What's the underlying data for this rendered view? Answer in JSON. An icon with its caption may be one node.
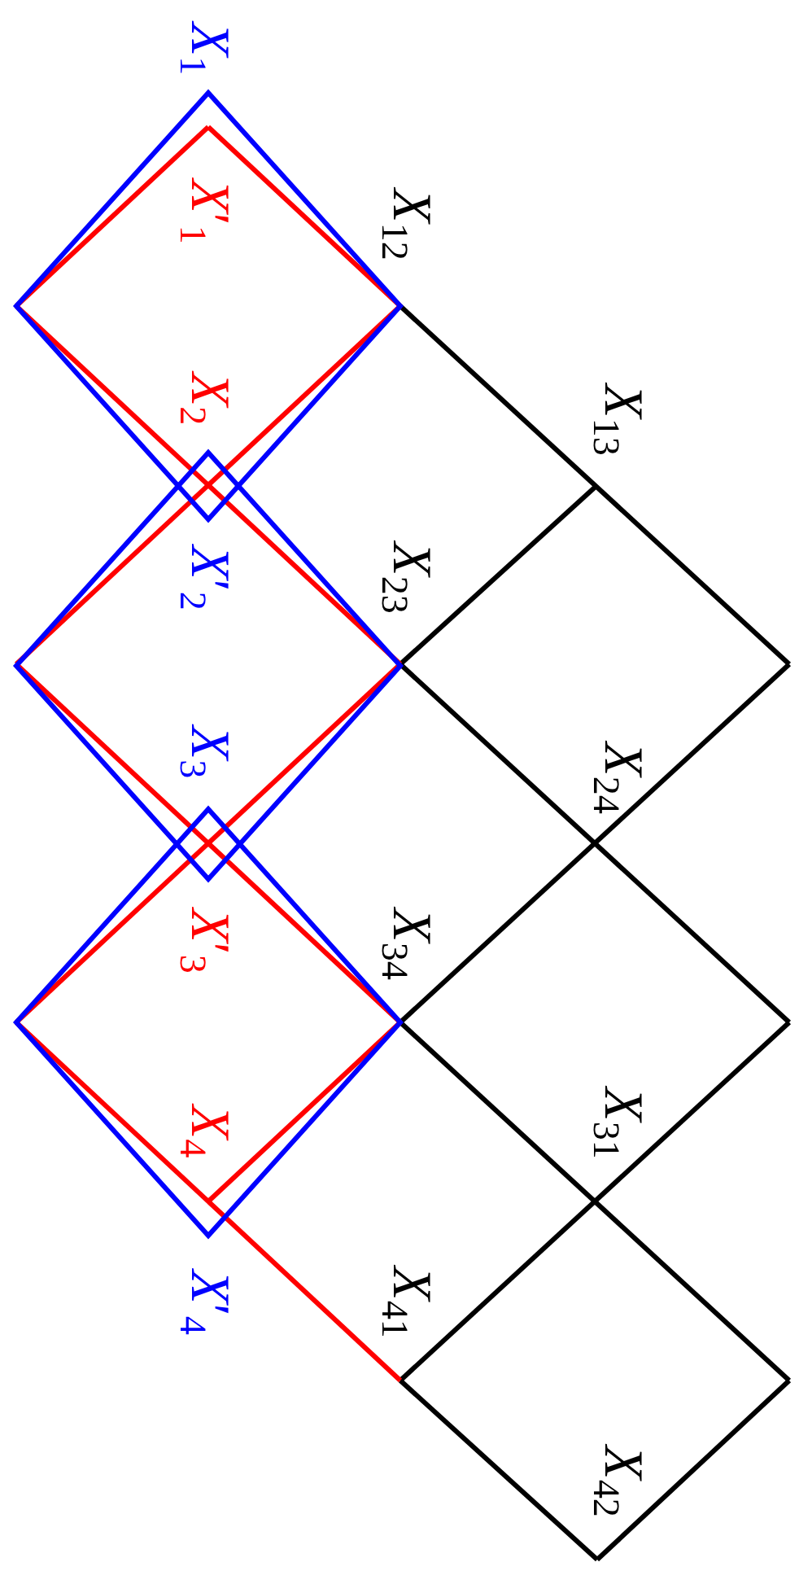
{
  "diagram": {
    "labels": [
      "*X*$_{1}$",
      "*X*′$_{1}$",
      "*X*$_{12}$",
      "*X*$_{2}$",
      "*X*$_{13}$",
      "*X*′$_{2}$",
      "*X*$_{23}$",
      "*X*$_{3}$",
      "*X*$_{24}$",
      "*X*′$_{3}$",
      "*X*$_{34}$",
      "*X*$_{4}$",
      "*X*$_{31}$",
      "*X*′$_{4}$",
      "*X*$_{41}$",
      "*X*$_{42}$"
    ]
  }
}
